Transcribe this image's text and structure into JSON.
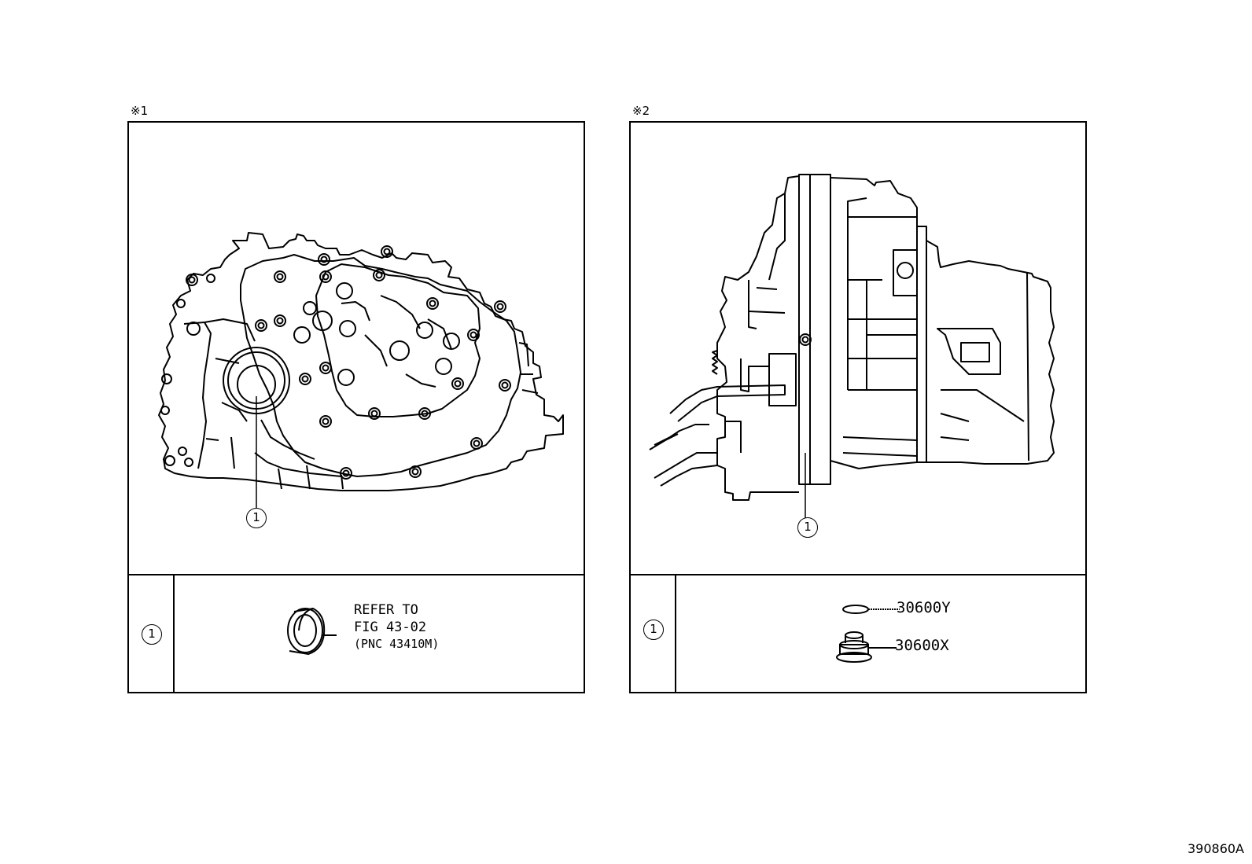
{
  "panels": [
    {
      "mark": "※1",
      "callout": "1",
      "legend": {
        "key": "1",
        "note_lines": [
          "REFER TO",
          "FIG 43-02",
          "(PNC 43410M)"
        ]
      }
    },
    {
      "mark": "※2",
      "callout": "1",
      "legend": {
        "key": "1",
        "parts": [
          {
            "part_number": "30600Y",
            "icon": "o-ring-icon"
          },
          {
            "part_number": "30600X",
            "icon": "plug-icon"
          }
        ]
      }
    }
  ],
  "figure_id": "390860A"
}
